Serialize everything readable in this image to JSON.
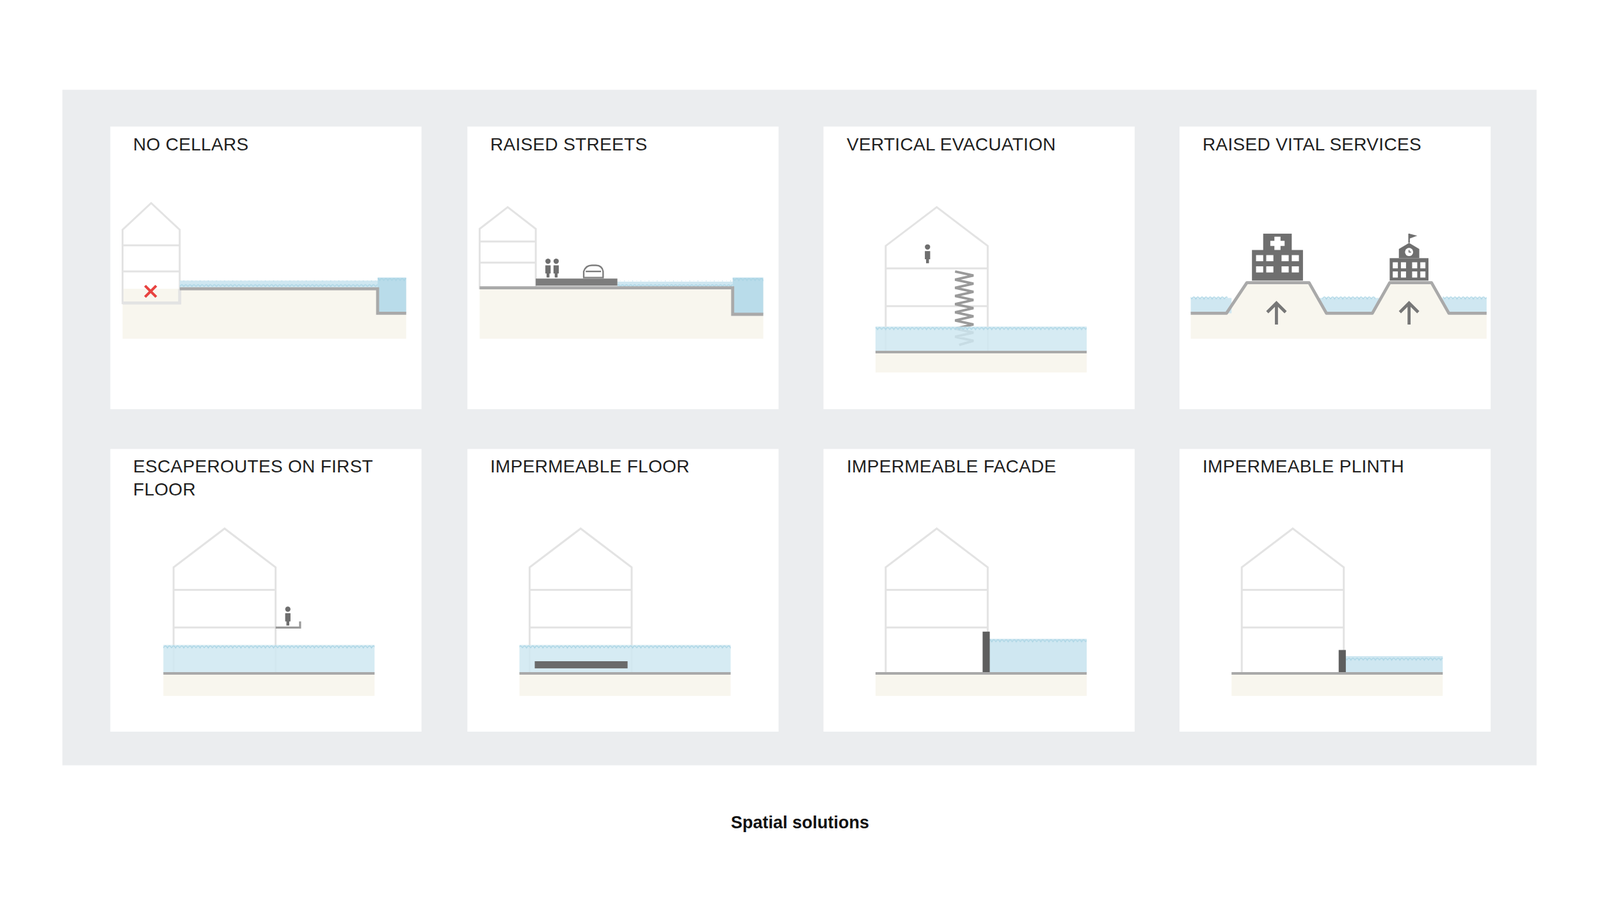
{
  "diagram": {
    "caption": "Spatial solutions",
    "nodes": [
      {
        "text": [
          "NO CELLARS"
        ]
      },
      {
        "text": [
          "RAISED STREETS"
        ]
      },
      {
        "text": [
          "VERTICAL EVACUATION"
        ]
      },
      {
        "text": [
          "RAISED VITAL SERVICES"
        ]
      },
      {
        "text": [
          "ESCAPEROUTES ON FIRST FLOOR"
        ]
      },
      {
        "text": [
          "IMPERMEABLE FLOOR"
        ]
      },
      {
        "text": [
          "IMPERMEABLE FACADE"
        ]
      },
      {
        "text": [
          "IMPERMEABLE PLINTH"
        ]
      }
    ]
  }
}
